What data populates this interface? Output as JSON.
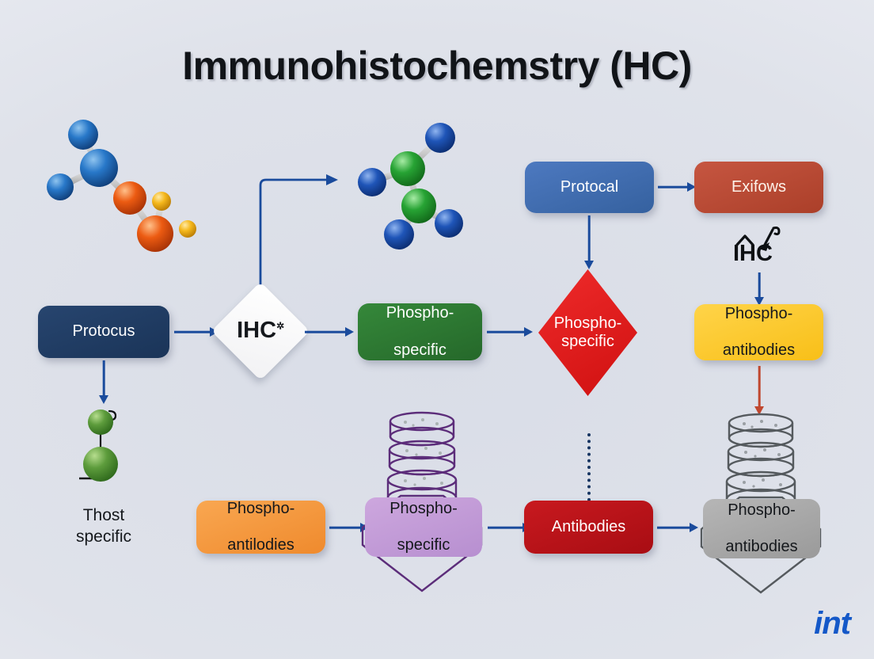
{
  "page": {
    "title": "Immunohistochemstry (HC)",
    "logo": "int",
    "background_color": "#dbdfe8",
    "accent_color": "#1a4b9c"
  },
  "nodes": {
    "protocus": {
      "label": "Protocus",
      "shape": "rounded-rect",
      "color": "#1e3b66",
      "text_color": "#ffffff"
    },
    "ihc_diamond": {
      "label": "IHC",
      "superscript": "✲",
      "shape": "diamond",
      "color": "#fbfbfb",
      "text_color": "#0d1013"
    },
    "phospho_green": {
      "label": [
        "Phospho-",
        "specific"
      ],
      "shape": "rounded-rect",
      "color": "#2d7a31",
      "text_color": "#ffffff"
    },
    "phospho_red": {
      "label": [
        "Phospho-",
        "specific"
      ],
      "shape": "diamond",
      "color": "#e01f24",
      "text_color": "#ffffff"
    },
    "protocal": {
      "label": "Protocal",
      "shape": "rounded-rect",
      "color": "#3f6cb4",
      "text_color": "#ffffff"
    },
    "exifows": {
      "label": "Exifows",
      "shape": "rounded-rect",
      "color": "#bb4a33",
      "text_color": "#fdf3ea"
    },
    "phospho_yellow": {
      "label": [
        "Phospho-",
        "antibodies"
      ],
      "shape": "rounded-rect",
      "color": "#fcc92c",
      "text_color": "#15181c"
    },
    "phospho_orange": {
      "label": [
        "Phospho-",
        "antilodies"
      ],
      "shape": "rounded-rect",
      "color": "#f5963f",
      "text_color": "#15181c"
    },
    "phospho_purple": {
      "label": [
        "Phospho-",
        "specific"
      ],
      "shape": "rounded-rect",
      "color": "#c49bd8",
      "text_color": "#15181c"
    },
    "antibodies": {
      "label": "Antibodies",
      "shape": "rounded-rect",
      "color": "#b81219",
      "text_color": "#ffffff"
    },
    "phospho_grey": {
      "label": [
        "Phospho-",
        "antibodies"
      ],
      "shape": "rounded-rect",
      "color": "#a8a8a8",
      "text_color": "#15181c"
    }
  },
  "labels": {
    "thost_specific": [
      "Thost",
      "specific"
    ],
    "ihc_handwritten": "IHC"
  },
  "decorations": {
    "molecule_left": {
      "name": "ball-and-stick-molecule",
      "atom_colors": [
        "#1f6fc4",
        "#e8530f",
        "#f5b81c"
      ]
    },
    "molecule_center": {
      "name": "ball-and-stick-molecule",
      "atom_colors": [
        "#1f55b8",
        "#27a334"
      ]
    },
    "molecule_green": {
      "name": "green-molecule",
      "atom_colors": [
        "#4e8f34"
      ]
    },
    "flask_purple": {
      "name": "flask-with-petri-dishes",
      "stroke": "#5c2d7a"
    },
    "flask_grey": {
      "name": "flask-with-petri-dishes",
      "stroke": "#555a5e"
    }
  },
  "connectors": [
    {
      "from": "protocus",
      "to": "ihc_diamond",
      "style": "solid-arrow",
      "color": "#1a4b9c"
    },
    {
      "from": "ihc_diamond",
      "to": "molecule_center",
      "style": "elbow-arrow",
      "color": "#1a4b9c"
    },
    {
      "from": "ihc_diamond",
      "to": "phospho_green",
      "style": "solid-arrow",
      "color": "#1a4b9c"
    },
    {
      "from": "phospho_green",
      "to": "phospho_red",
      "style": "solid-arrow",
      "color": "#1a4b9c"
    },
    {
      "from": "protocus",
      "to": "molecule_green",
      "style": "solid-arrow",
      "color": "#1a4b9c"
    },
    {
      "from": "protocal",
      "to": "exifows",
      "style": "solid-arrow",
      "color": "#1a4b9c"
    },
    {
      "from": "protocal",
      "to": "phospho_red",
      "style": "solid-arrow",
      "color": "#1a4b9c"
    },
    {
      "from": "ihc_handwritten",
      "to": "phospho_yellow",
      "style": "solid-arrow",
      "color": "#1a4b9c"
    },
    {
      "from": "phospho_yellow",
      "to": "flask_grey",
      "style": "solid-arrow",
      "color": "#c0472f"
    },
    {
      "from": "phospho_red",
      "to": "antibodies",
      "style": "dotted-line",
      "color": "#163461"
    },
    {
      "from": "phospho_orange",
      "to": "phospho_purple",
      "style": "solid-arrow",
      "color": "#1a4b9c"
    },
    {
      "from": "phospho_purple",
      "to": "antibodies",
      "style": "solid-arrow",
      "color": "#1a4b9c"
    },
    {
      "from": "antibodies",
      "to": "phospho_grey",
      "style": "solid-arrow",
      "color": "#1a4b9c"
    }
  ]
}
